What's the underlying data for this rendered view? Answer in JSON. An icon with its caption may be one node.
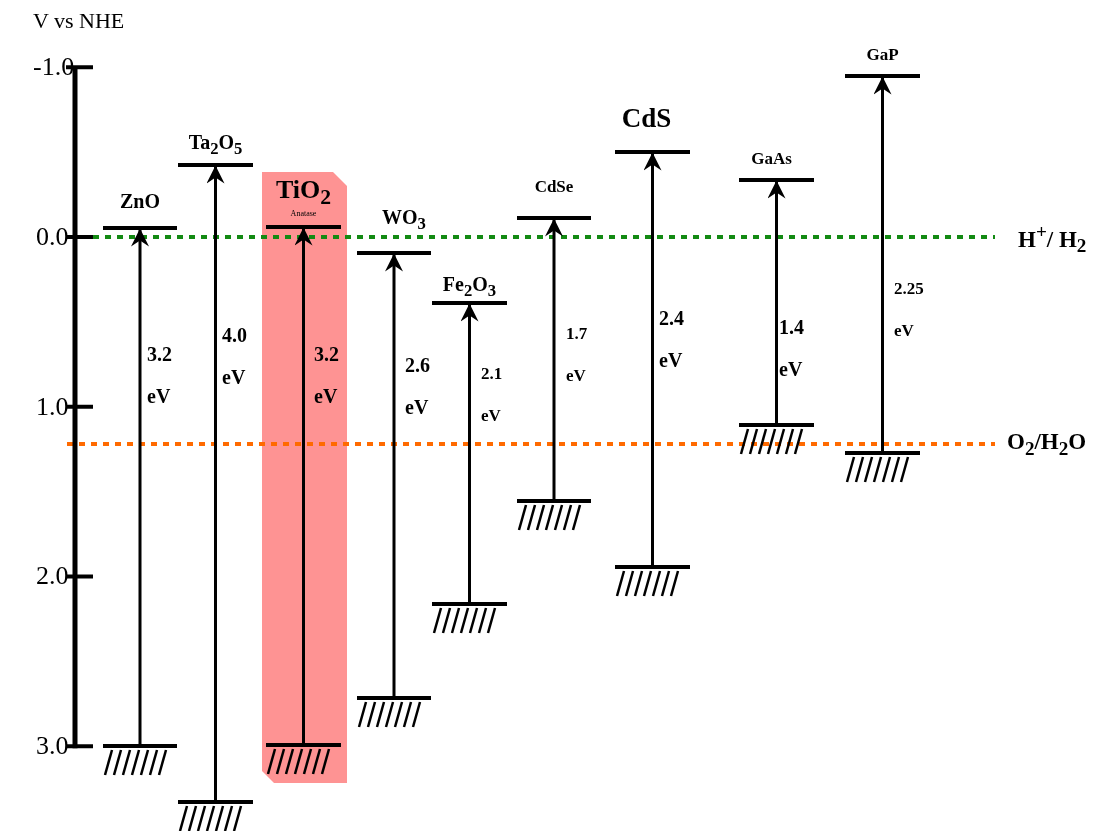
{
  "diagram": {
    "nodes": [
      {
        "text": [
          "ZnO"
        ]
      },
      {
        "text": [],
        "shape": "bar"
      },
      {
        "text": [
          "Ta$_{2}$O$_{5}$"
        ]
      },
      {
        "text": [],
        "shape": "bar"
      },
      {
        "text": [],
        "shape": "band"
      },
      {
        "text": [
          "TiO$_{2}$",
          "Anatase"
        ],
        "in": 4
      },
      {
        "text": [],
        "shape": "bar",
        "in": 4
      },
      {
        "text": [
          "WO$_{3}$"
        ]
      },
      {
        "text": [],
        "shape": "bar"
      },
      {
        "text": [
          "Fe$_{2}$O$_{3}$"
        ]
      },
      {
        "text": [],
        "shape": "bar"
      },
      {
        "text": [
          "CdSe"
        ]
      },
      {
        "text": [],
        "shape": "bar"
      },
      {
        "text": [
          "CdS"
        ]
      },
      {
        "text": [],
        "shape": "bar"
      },
      {
        "text": [
          "GaAs"
        ]
      },
      {
        "text": [],
        "shape": "bar"
      },
      {
        "text": [
          "GaP"
        ]
      },
      {
        "text": [],
        "shape": "bar"
      }
    ],
    "edges": [
      {
        "from": 1,
        "to": 0,
        "arrow": "to",
        "label": "3.2 eV"
      },
      {
        "from": 3,
        "to": 2,
        "arrow": "to",
        "label": "4.0 eV"
      },
      {
        "from": 6,
        "to": 5,
        "arrow": "to",
        "label": "3.2 eV"
      },
      {
        "from": 8,
        "to": 7,
        "arrow": "to",
        "label": "2.6 eV"
      },
      {
        "from": 10,
        "to": 9,
        "arrow": "to",
        "label": "2.1 eV"
      },
      {
        "from": 12,
        "to": 11,
        "arrow": "to",
        "label": "1.7 eV"
      },
      {
        "from": 14,
        "to": 13,
        "arrow": "to",
        "label": "2.4 eV"
      },
      {
        "from": 16,
        "to": 15,
        "arrow": "to",
        "label": "1.4 eV"
      },
      {
        "from": 18,
        "to": 17,
        "arrow": "to",
        "label": "2.25 eV"
      }
    ],
    "labels": [
      "V vs NHE",
      "-1.0",
      "0.0",
      "1.0",
      "2.0",
      "3.0",
      "H$^{+}$/ H$_{2}$",
      "O$_{2}$/H$_{2}$O"
    ]
  }
}
